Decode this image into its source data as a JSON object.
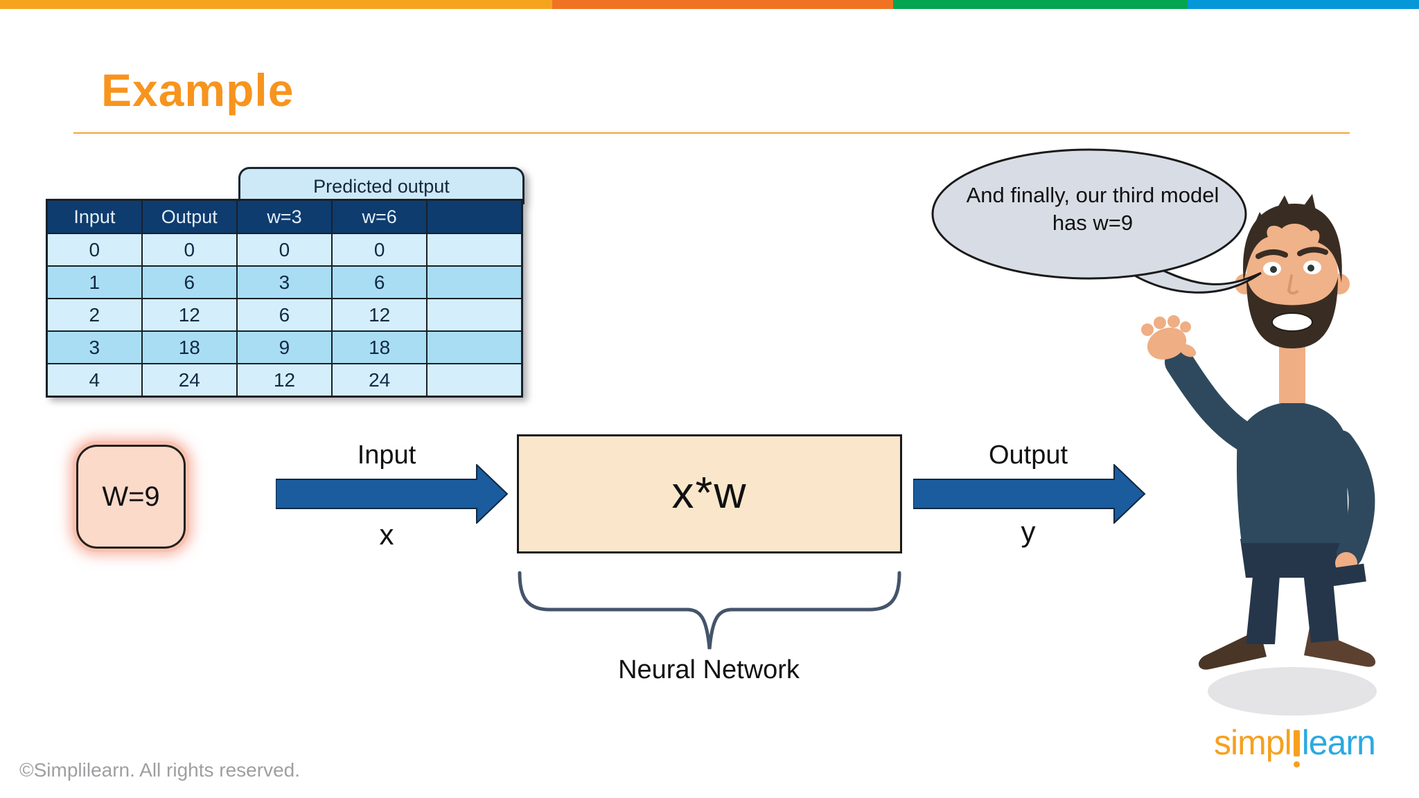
{
  "slide": {
    "title": "Example",
    "copyright": "©Simplilearn. All rights reserved.",
    "accent_orange": "#F7941E",
    "background": "#FFFFFF"
  },
  "brand_bar": {
    "colors": [
      "#F5A51D",
      "#EF7323",
      "#04A550",
      "#0697D8"
    ]
  },
  "table": {
    "tab_label": "Predicted output",
    "headers": [
      "Input",
      "Output",
      "w=3",
      "w=6",
      ""
    ],
    "rows": [
      [
        "0",
        "0",
        "0",
        "0",
        ""
      ],
      [
        "1",
        "6",
        "3",
        "6",
        ""
      ],
      [
        "2",
        "12",
        "6",
        "12",
        ""
      ],
      [
        "3",
        "18",
        "9",
        "18",
        ""
      ],
      [
        "4",
        "24",
        "12",
        "24",
        ""
      ]
    ],
    "header_bg": "#0E3C6E",
    "row_light": "#D5EEFB",
    "row_medium": "#A9DDF4",
    "tab_bg": "#CDE9F8"
  },
  "speech_bubble": {
    "line1": "And finally, our third model",
    "line2": "has w=9",
    "fill": "#D8DDE5"
  },
  "diagram": {
    "weight_box_label": "W=9",
    "weight_box_fill": "#FBDACA",
    "input_arrow": {
      "top_label": "Input",
      "bottom_label": "x"
    },
    "nn_box_label": "x*w",
    "nn_box_fill": "#FAE7CB",
    "output_arrow": {
      "top_label": "Output",
      "bottom_label": "y"
    },
    "brace_label": "Neural Network",
    "arrow_color": "#1A5C9E",
    "brace_color": "#44546A"
  },
  "logo": {
    "part1": "simpl",
    "part2": "learn",
    "color1": "#F6A01F",
    "color2": "#2BA9E1"
  }
}
